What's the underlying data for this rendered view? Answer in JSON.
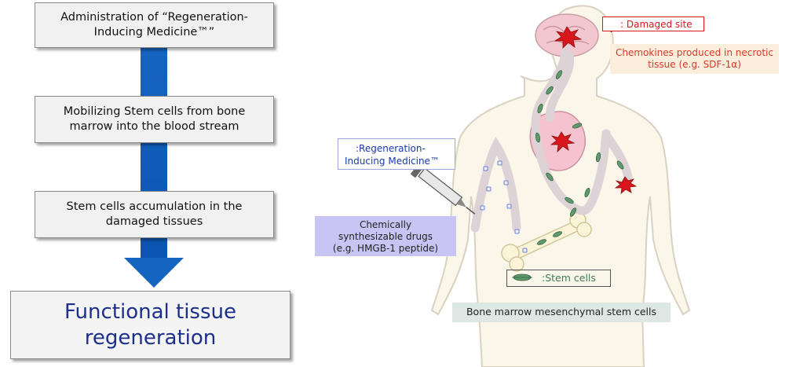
{
  "flow": {
    "step1": "Administration of “Regeneration-Inducing Medicine™”",
    "step2": "Mobilizing Stem cells from bone marrow into the blood stream",
    "step3": "Stem cells accumulation in the damaged tissues",
    "result": "Functional tissue regeneration"
  },
  "legend": {
    "damaged_site": ": Damaged site",
    "chemokines": "Chemokines produced in necrotic tissue (e.g. SDF-1α)",
    "medicine_l1": ":Regeneration-",
    "medicine_l2": "Inducing Medicine™",
    "drugs_l1": "Chemically",
    "drugs_l2": "synthesizable drugs",
    "drugs_l3": "(e.g. HMGB-1 peptide)",
    "stem_cells": ":Stem cells",
    "bone_marrow": "Bone marrow mesenchymal stem cells"
  },
  "colors": {
    "arrow_blue": "#1565c0",
    "damage_red": "#d8161c",
    "title_navy": "#1c2f8c",
    "medicine_text": "#1a3aa8",
    "stem_green": "#4d8a5c"
  }
}
